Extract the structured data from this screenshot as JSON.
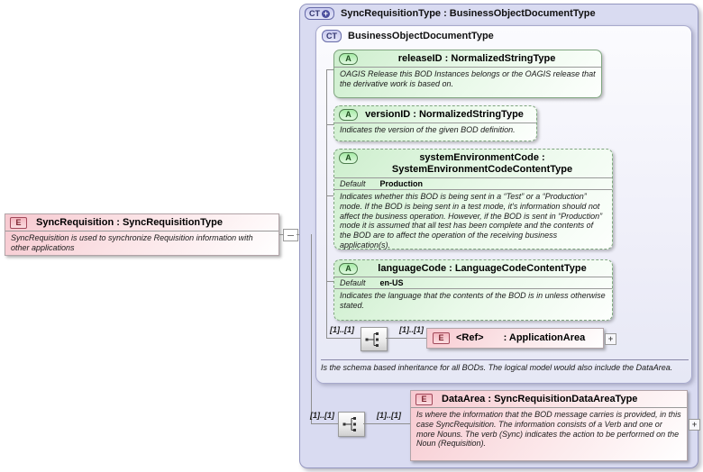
{
  "labels": {
    "cardinality": "[1]..[1]",
    "default": "Default",
    "expand_glyph": "+"
  },
  "badges": {
    "element": "E",
    "attribute": "A",
    "complex_type": "CT"
  },
  "root_element": {
    "title": "SyncRequisition : SyncRequisitionType",
    "description": "SyncRequisition is used to synchronize Requisition information with other applications"
  },
  "type_container": {
    "title": "SyncRequisitionType : BusinessObjectDocumentType"
  },
  "base_type_container": {
    "title": "BusinessObjectDocumentType",
    "footer_note": "Is the schema based inheritance for all BODs. The logical model would also include the DataArea."
  },
  "attributes": [
    {
      "title": "releaseID : NormalizedStringType",
      "description": "OAGIS Release this BOD Instances belongs or the OAGIS release that the derivative work is based on.",
      "required": true
    },
    {
      "title": "versionID : NormalizedStringType",
      "description": "Indicates the version of the given BOD definition.",
      "required": false
    },
    {
      "title": "systemEnvironmentCode : SystemEnvironmentCodeContentType",
      "default": "Production",
      "description": "Indicates whether this BOD is being sent in a “Test” or a “Production” mode. If the BOD is being sent in a test mode, it's information should not affect the business operation. However, if the BOD is sent in “Production” mode it is assumed that all test has been complete and the contents of the BOD are to affect the operation of the receiving business application(s).",
      "required": false
    },
    {
      "title": "languageCode : LanguageCodeContentType",
      "default": "en-US",
      "description": "Indicates the language that the contents of the BOD is in unless otherwise stated.",
      "required": false
    }
  ],
  "application_area": {
    "name": "<Ref>",
    "type": ": ApplicationArea"
  },
  "data_area": {
    "title": "DataArea : SyncRequisitionDataAreaType",
    "description": "Is where the information that the BOD message carries is provided, in this case SyncRequisition. The information consists of a Verb and one or more Nouns. The verb (Sync) indicates the action to be performed on the Noun (Requisition)."
  },
  "colors": {
    "container_fill": "#d9dbf1",
    "attribute_fill": "#cdeecd",
    "element_fill": "#f7c9d0",
    "connector": "#8f8f8f"
  }
}
